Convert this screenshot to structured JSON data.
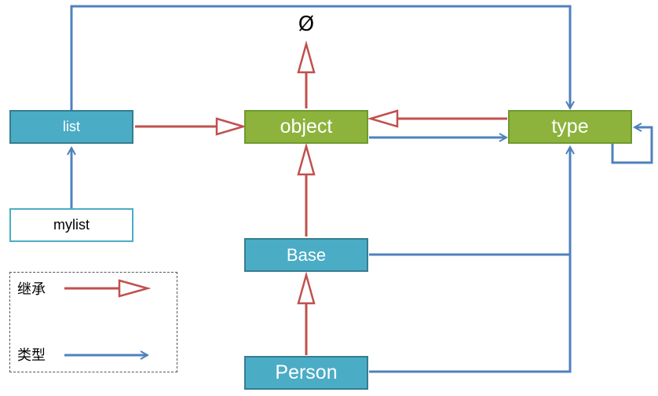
{
  "nodes": {
    "empty_set": "Ø",
    "list": "list",
    "mylist": "mylist",
    "object": "object",
    "type": "type",
    "base": "Base",
    "person": "Person"
  },
  "legend": {
    "inherit_label": "继承",
    "type_label": "类型"
  },
  "colors": {
    "inherit_arrow": "#c0504d",
    "type_arrow": "#4f81bd",
    "green_node": "#8db33c",
    "blue_node": "#4bacc6"
  }
}
